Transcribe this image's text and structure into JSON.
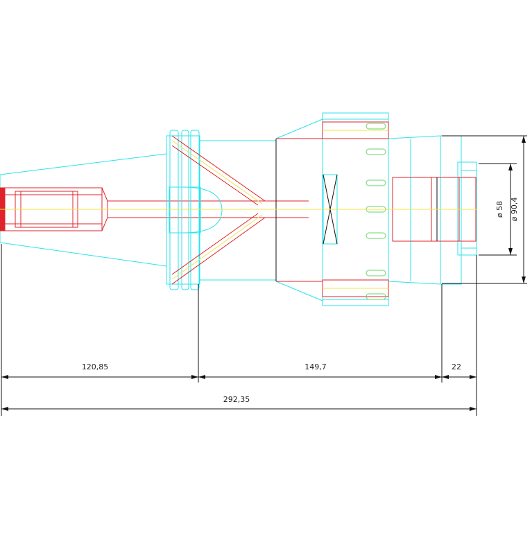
{
  "drawing": {
    "colors": {
      "body": "#29e3ec",
      "internal": "#e0232b",
      "centerline": "#f1e44a",
      "accent": "#6ad46a",
      "dimension": "#111111",
      "background": "#ffffff"
    },
    "dimensions": {
      "length_a": "120,85",
      "length_b": "149,7",
      "length_c": "22",
      "overall_length": "292,35",
      "diameter_small": "ø 58",
      "diameter_large": "ø 90,4"
    }
  }
}
